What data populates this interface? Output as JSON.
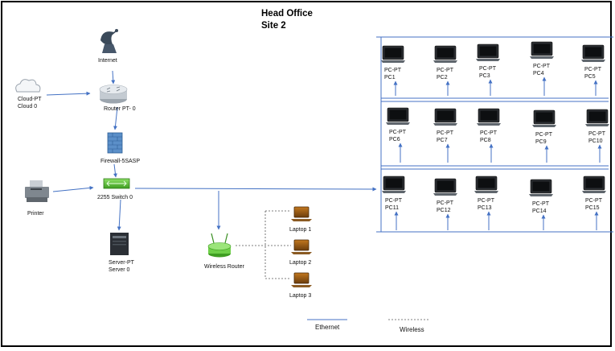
{
  "title": {
    "line1": "Head Office",
    "line2": "Site 2"
  },
  "colors": {
    "link": "#4472c4",
    "wireless": "#555555",
    "switch": "#5cbf3a",
    "router": "#9aa3ad"
  },
  "nodes": {
    "internet": {
      "label": "Internet",
      "icon": "satellite-dish-icon"
    },
    "cloud": {
      "label1": "Cloud-PT",
      "label2": "Cloud 0",
      "icon": "cloud-icon"
    },
    "router": {
      "label": "Router PT- 0",
      "icon": "router-icon"
    },
    "firewall": {
      "label": "Firewall-5SASP",
      "icon": "firewall-icon"
    },
    "printer": {
      "label": "Printer",
      "icon": "printer-icon"
    },
    "switch": {
      "label": "2255 Switch 0",
      "icon": "switch-icon"
    },
    "server": {
      "label1": "Server-PT",
      "label2": "Server 0",
      "icon": "server-icon"
    },
    "wireless_router": {
      "label": "Wireless Router",
      "icon": "wireless-router-icon"
    },
    "laptops": [
      "Laptop 1",
      "Laptop 2",
      "Laptop 3"
    ]
  },
  "pc_rows": [
    [
      {
        "type": "PC-PT",
        "name": "PC1"
      },
      {
        "type": "PC-PT",
        "name": "PC2"
      },
      {
        "type": "PC-PT",
        "name": "PC3"
      },
      {
        "type": "PC-PT",
        "name": "PC4"
      },
      {
        "type": "PC-PT",
        "name": "PC5"
      }
    ],
    [
      {
        "type": "PC-PT",
        "name": "PC6"
      },
      {
        "type": "PC-PT",
        "name": "PC7"
      },
      {
        "type": "PC-PT",
        "name": "PC8"
      },
      {
        "type": "PC-PT",
        "name": "PC9"
      },
      {
        "type": "PC-PT",
        "name": "PC10"
      }
    ],
    [
      {
        "type": "PC-PT",
        "name": "PC11"
      },
      {
        "type": "PC-PT",
        "name": "PC12"
      },
      {
        "type": "PC-PT",
        "name": "PC13"
      },
      {
        "type": "PC-PT",
        "name": "PC14"
      },
      {
        "type": "PC-PT",
        "name": "PC15"
      }
    ]
  ],
  "legend": {
    "ethernet": "Ethernet",
    "wireless": "Wireless"
  }
}
